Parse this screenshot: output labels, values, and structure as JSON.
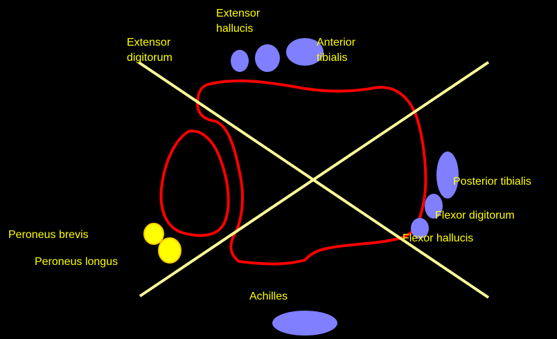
{
  "colors": {
    "background": "#000000",
    "bone_outline": "#ff0000",
    "axis_lines": "#ffff99",
    "label_text": "#ffff00",
    "tendon_fill": "#7f7fff",
    "peroneal_fill": "#ffff00",
    "peroneal_stroke": "#ffcc00"
  },
  "labels": {
    "extensor_hallucis": [
      "Extensor",
      "hallucis"
    ],
    "extensor_digitorum": [
      "Extensor",
      "digitorum"
    ],
    "anterior_tibialis": [
      "Anterior",
      "tibialis"
    ],
    "posterior_tibialis": "Posterior tibialis",
    "flexor_digitorum": "Flexor digitorum",
    "flexor_hallucis": "Flexor hallucis",
    "peroneus_brevis": "Peroneus brevis",
    "peroneus_longus": "Peroneus longus",
    "achilles": "Achilles"
  }
}
